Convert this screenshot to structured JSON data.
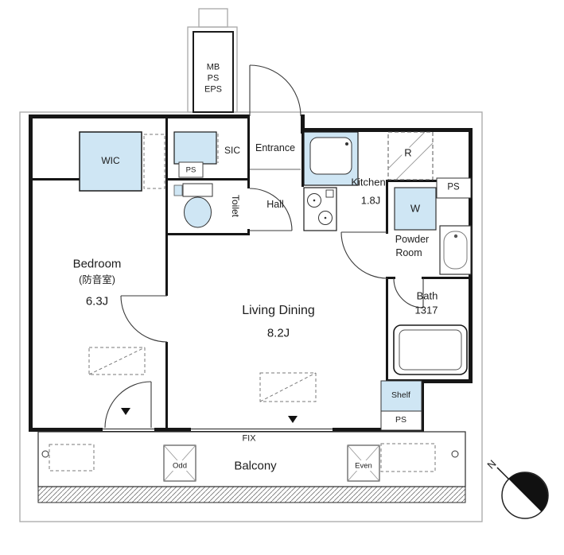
{
  "title": "Apartment floor plan 1LDK",
  "colors": {
    "wall": "#161616",
    "closet_fill": "#cfe6f4",
    "outline_gray": "#a8a8a8",
    "dash_gray": "#7a7a7a"
  },
  "icons": {
    "door_marker": "triangle-down",
    "drain_cap": "circle",
    "compass": "north-arrow"
  },
  "labels": {
    "mb": "MB",
    "ps_shaft": "PS",
    "eps": "EPS",
    "wic": "WIC",
    "sic": "SIC",
    "ps_entry": "PS",
    "entrance": "Entrance",
    "toilet": "Toilet",
    "hall": "Hall",
    "kitchen": "Kitchen",
    "kitchen_size": "1.8J",
    "fridge": "R",
    "ps_top": "PS",
    "washer": "W",
    "powder_1": "Powder",
    "powder_2": "Room",
    "bath": "Bath",
    "bath_size": "1317",
    "bedroom": "Bedroom",
    "bedroom_sub": "(防音室)",
    "bedroom_size": "6.3J",
    "living": "Living Dining",
    "living_size": "8.2J",
    "shelf": "Shelf",
    "ps_shelf": "PS",
    "fix": "FIX",
    "balcony": "Balcony",
    "hatch_left": "Odd",
    "hatch_right": "Even",
    "compass_n": "N"
  }
}
